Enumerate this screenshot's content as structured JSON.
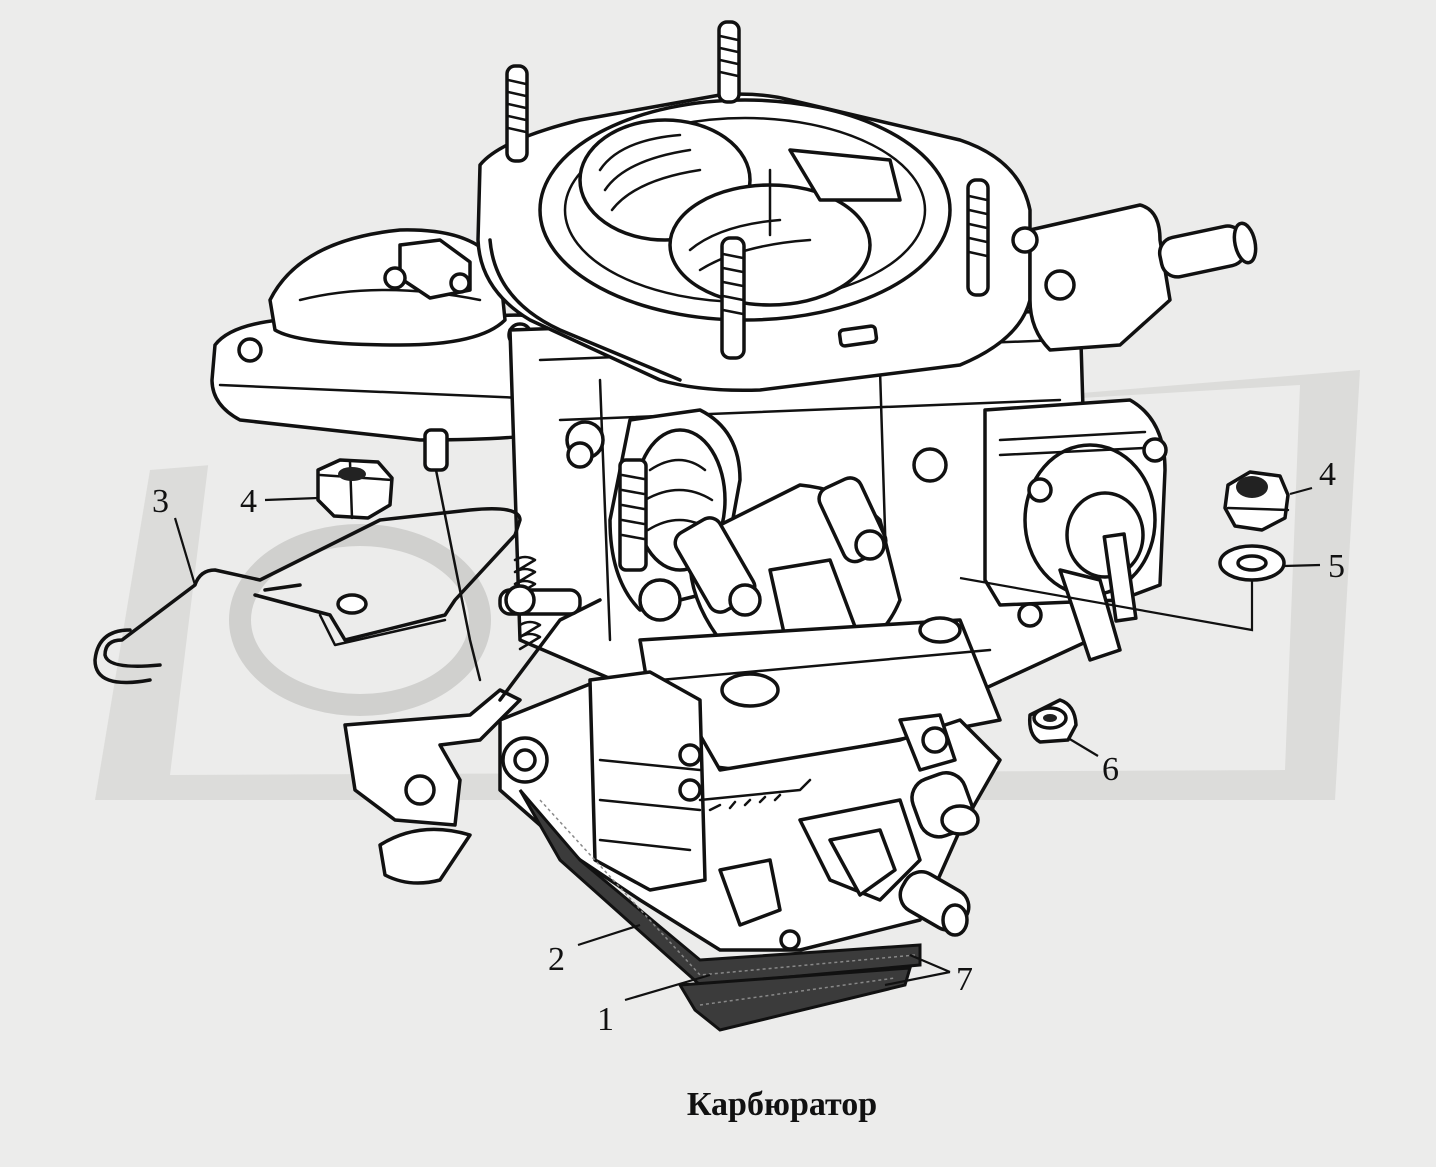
{
  "diagram": {
    "caption": "Карбюратор",
    "callouts": [
      "1",
      "2",
      "3",
      "4",
      "4",
      "5",
      "6",
      "7"
    ]
  },
  "colors": {
    "background": "#ececeb",
    "watermark": "#d9d9d7",
    "ink": "#111111"
  }
}
